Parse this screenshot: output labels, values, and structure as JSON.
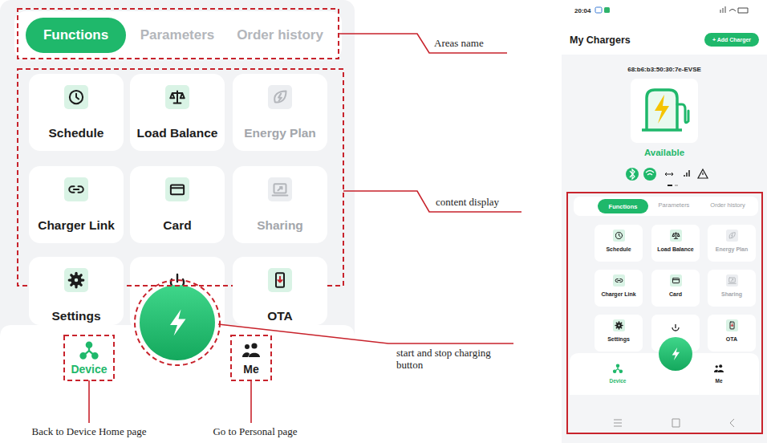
{
  "diagram": {
    "nodes": [
      {
        "text": [
          "Functions"
        ]
      },
      {
        "text": [
          "Schedule"
        ]
      },
      {
        "text": [
          "Load Balance"
        ]
      },
      {
        "text": [
          "Energy Plan"
        ]
      },
      {
        "text": [
          "Charger Link"
        ]
      },
      {
        "text": [
          "Card"
        ]
      },
      {
        "text": [
          "Sharing"
        ]
      },
      {
        "text": [
          "Settings"
        ]
      },
      {
        "text": [
          "OTA"
        ]
      },
      {
        "text": [
          "+ Add Charger"
        ]
      },
      {
        "text": [
          "Functions"
        ]
      },
      {
        "text": [
          "Schedule"
        ]
      },
      {
        "text": [
          "Load Balance"
        ]
      },
      {
        "text": [
          "Energy Plan"
        ]
      },
      {
        "text": [
          "Charger Link"
        ]
      },
      {
        "text": [
          "Card"
        ]
      },
      {
        "text": [
          "Sharing"
        ]
      },
      {
        "text": [
          "Settings"
        ]
      },
      {
        "text": [
          "OTA"
        ]
      }
    ],
    "labels": [
      "Parameters",
      "Order history",
      "Device",
      "Me",
      "Areas name",
      "content display",
      "start and stop charging button",
      "Back to Device Home page",
      "Go to Personal page",
      "20:04",
      "My Chargers",
      "68:b6:b3:50:30:7e-EVSE",
      "Available",
      "Parameters",
      "Order history",
      "Device",
      "Me"
    ]
  }
}
